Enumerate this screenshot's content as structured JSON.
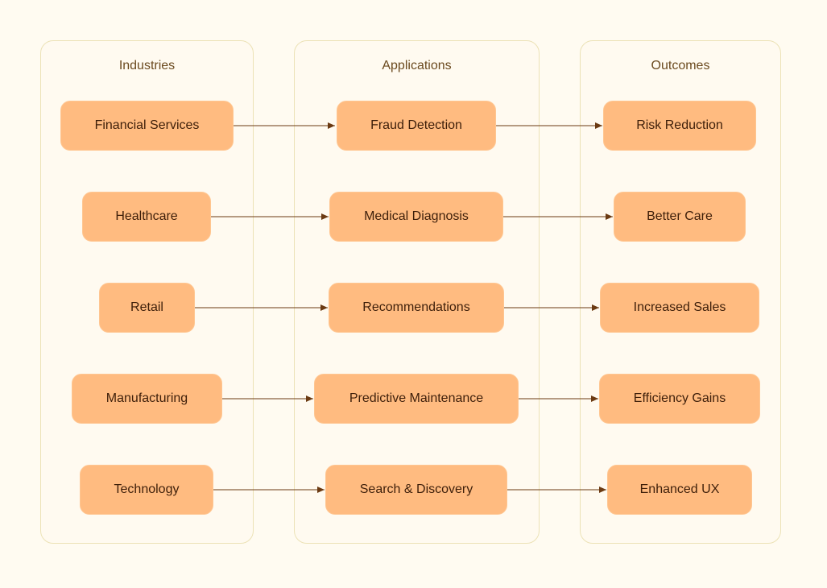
{
  "groups": {
    "industries": {
      "title": "Industries"
    },
    "applications": {
      "title": "Applications"
    },
    "outcomes": {
      "title": "Outcomes"
    }
  },
  "industries": [
    "Financial Services",
    "Healthcare",
    "Retail",
    "Manufacturing",
    "Technology"
  ],
  "applications": [
    "Fraud Detection",
    "Medical Diagnosis",
    "Recommendations",
    "Predictive Maintenance",
    "Search & Discovery"
  ],
  "outcomes": [
    "Risk Reduction",
    "Better Care",
    "Increased Sales",
    "Efficiency Gains",
    "Enhanced UX"
  ],
  "colors": {
    "node_fill": "#ffbb80",
    "group_border": "#ece2b6",
    "edge": "#6b3a12",
    "background": "#fffbf1"
  }
}
